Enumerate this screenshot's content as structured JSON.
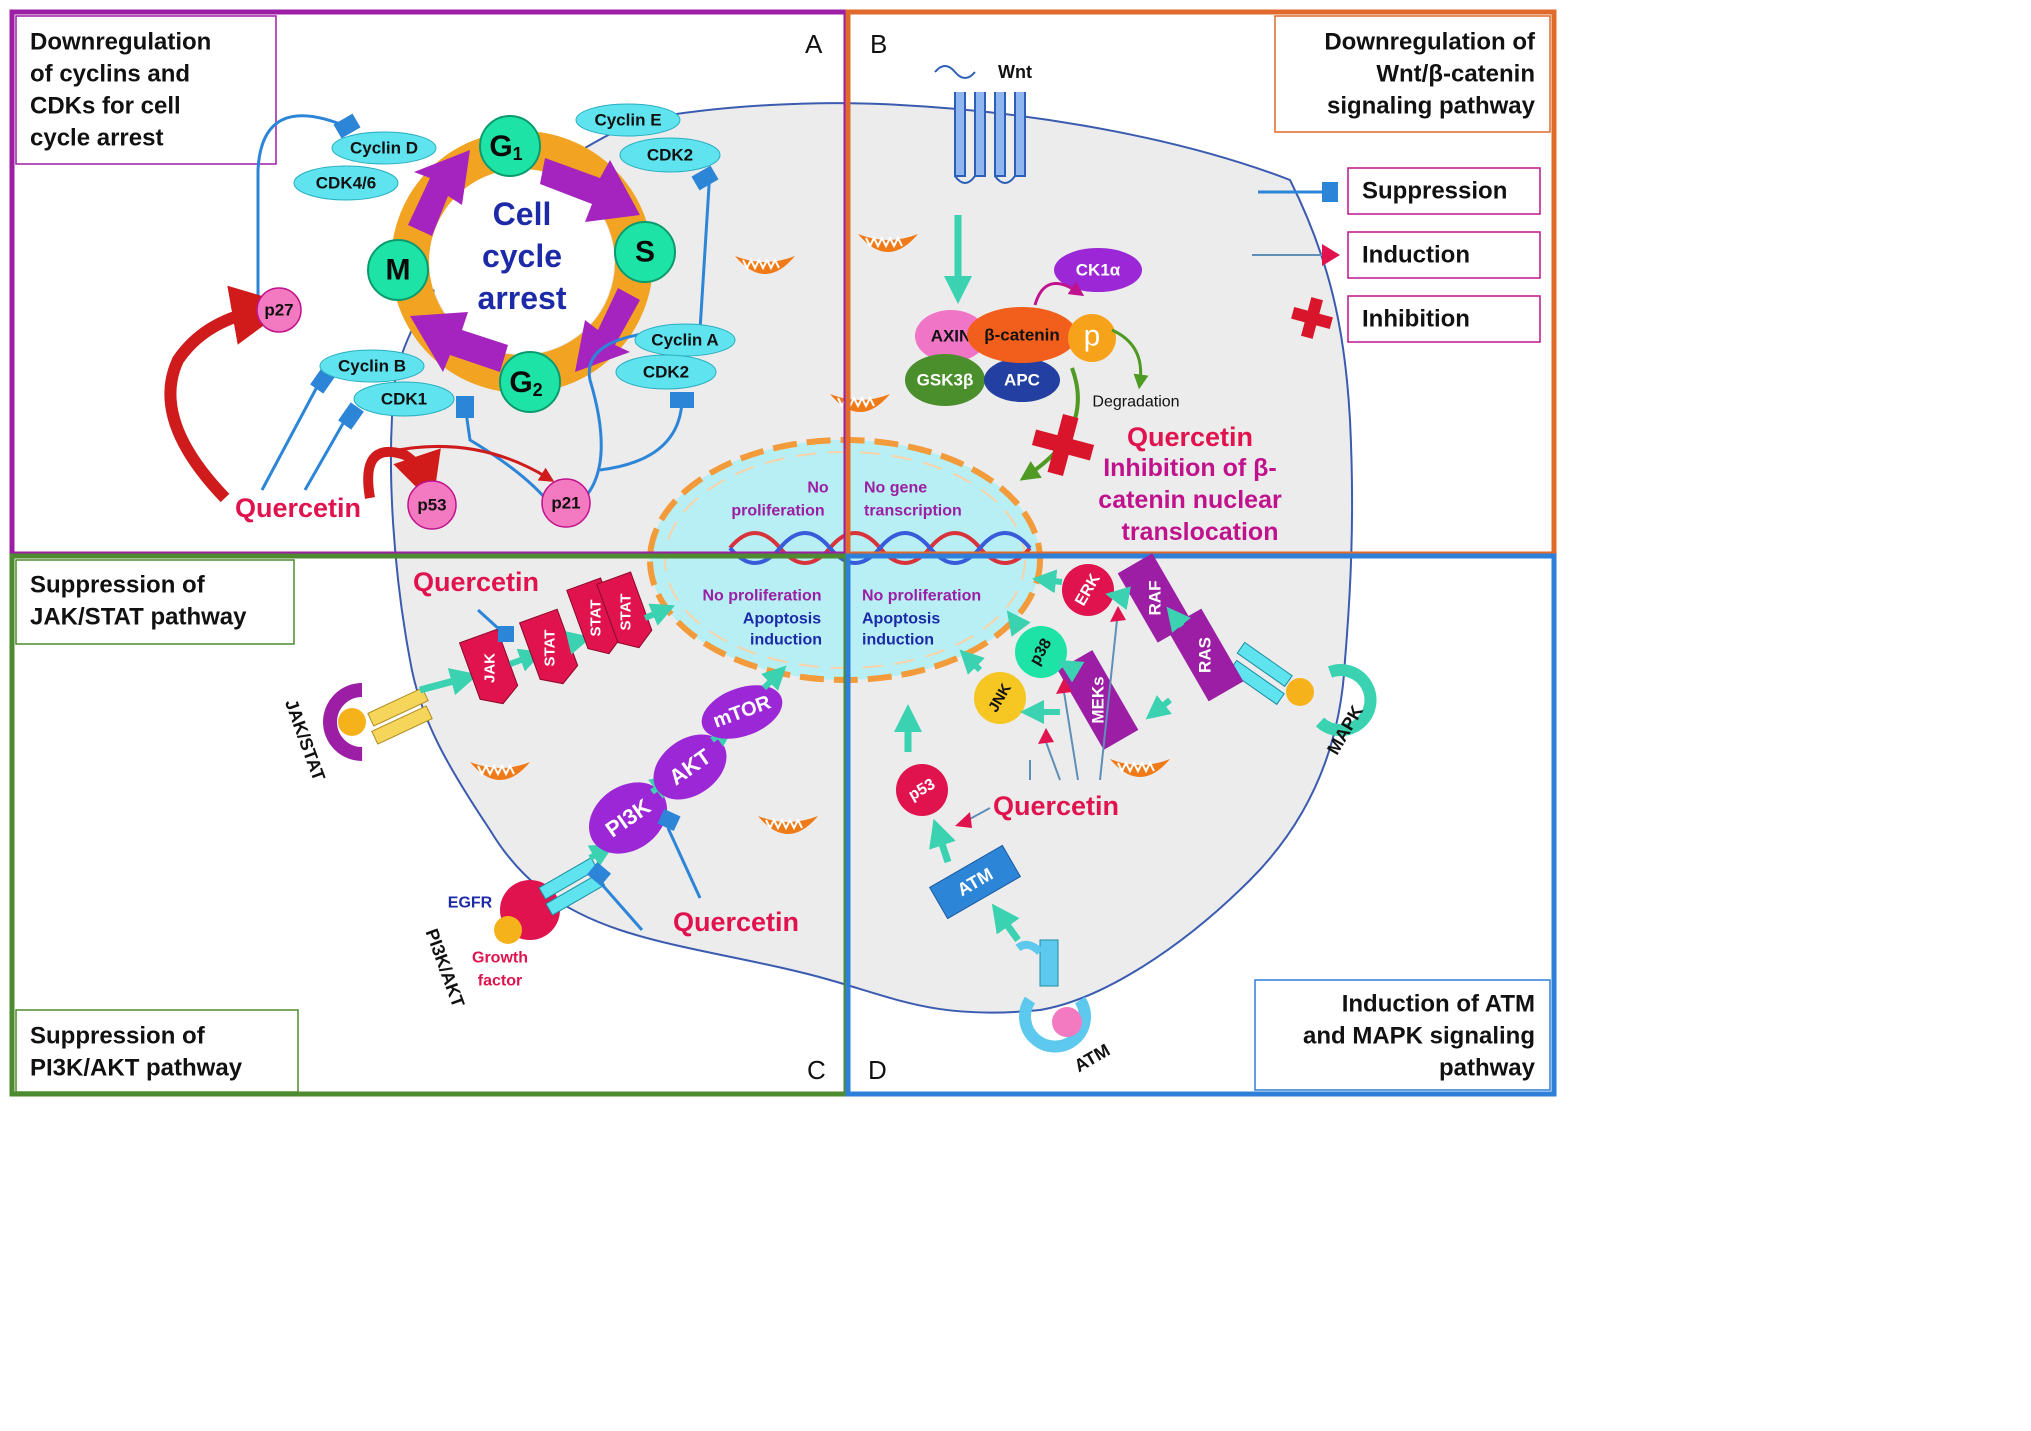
{
  "panels": {
    "A": {
      "letter": "A",
      "title_lines": [
        "Downregulation",
        "of cyclins and",
        "CDKs for cell",
        "cycle arrest"
      ],
      "center_lines": [
        "Cell",
        "cycle",
        "arrest"
      ],
      "phases": {
        "g1": "G",
        "g1_sub": "1",
        "s": "S",
        "g2": "G",
        "g2_sub": "2",
        "m": "M"
      },
      "proteins": {
        "cyclin_d": "Cyclin D",
        "cdk46": "CDK4/6",
        "cyclin_e": "Cyclin E",
        "cdk2_e": "CDK2",
        "cyclin_a": "Cyclin A",
        "cdk2_a": "CDK2",
        "cyclin_b": "Cyclin B",
        "cdk1": "CDK1",
        "p27": "p27",
        "p53": "p53",
        "p21": "p21"
      },
      "quercetin": "Quercetin"
    },
    "B": {
      "letter": "B",
      "title_lines": [
        "Downregulation of",
        "Wnt/β-catenin",
        "signaling pathway"
      ],
      "wnt": "Wnt",
      "proteins": {
        "ck1a": "CK1α",
        "axin": "AXIN",
        "bcatenin": "β-catenin",
        "p": "p",
        "gsk3b": "GSK3β",
        "apc": "APC"
      },
      "degradation": "Degradation",
      "quercetin": "Quercetin",
      "inhibition_lines": [
        "Inhibition of β-",
        "catenin nuclear",
        "translocation"
      ],
      "nucleus_text": [
        "No gene",
        "transcription"
      ]
    },
    "C": {
      "letter": "C",
      "title_top": [
        "Suppression of",
        "JAK/STAT pathway"
      ],
      "title_bottom": [
        "Suppression of",
        "PI3K/AKT pathway"
      ],
      "jak": "JAK",
      "stat": "STAT",
      "pi3k": "PI3K",
      "akt": "AKT",
      "mtor": "mTOR",
      "receptor_jakstat": "JAK/STAT",
      "receptor_pi3k": "PI3K/AKT",
      "egfr": "EGFR",
      "growth_factor": [
        "Growth",
        "factor"
      ],
      "quercetin_top": "Quercetin",
      "quercetin_bottom": "Quercetin",
      "nucleus_text": [
        "No proliferation",
        "Apoptosis",
        "induction"
      ]
    },
    "D": {
      "letter": "D",
      "title_lines": [
        "Induction of ATM",
        "and MAPK signaling",
        "pathway"
      ],
      "proteins": {
        "erk": "ERK",
        "raf": "RAF",
        "ras": "RAS",
        "p38": "p38",
        "jnk": "JNK",
        "meks": "MEKs",
        "p53": "p53",
        "atm": "ATM"
      },
      "receptor_mapk": "MAPK",
      "receptor_atm": "ATM",
      "quercetin": "Quercetin",
      "nucleus_text": [
        "No proliferation",
        "Apoptosis",
        "induction"
      ]
    },
    "nucleus_top_left": [
      "No",
      "proliferation"
    ]
  },
  "legend": {
    "suppression": "Suppression",
    "induction": "Induction",
    "inhibition": "Inhibition"
  },
  "colors": {
    "panel_a": "#9b1ea4",
    "panel_b": "#e06a2b",
    "panel_c": "#4e8a2f",
    "panel_d": "#2d7fd9",
    "quercetin": "#e0134e",
    "teal": "#3ad2b0",
    "cyan_oval": "#5ee3ef",
    "magenta": "#c0128c",
    "purple": "#9b27d6"
  }
}
